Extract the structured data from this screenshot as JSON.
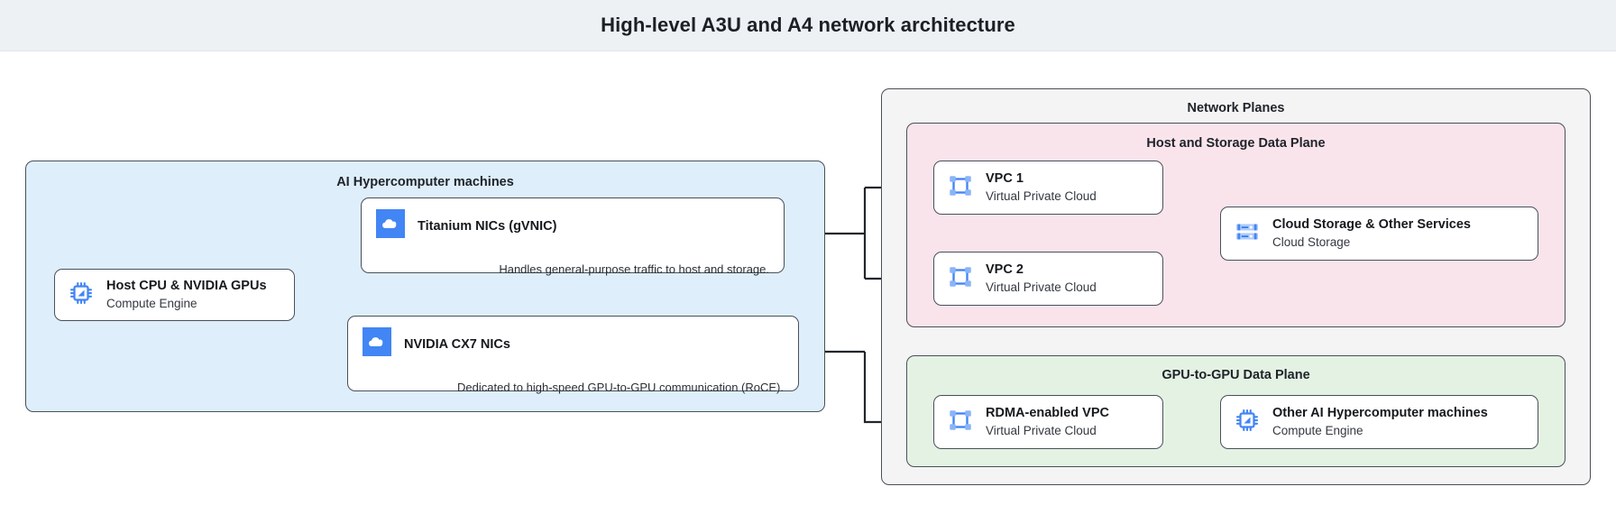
{
  "header": {
    "title": "High-level A3U and A4 network architecture"
  },
  "machines_panel": {
    "title": "AI Hypercomputer machines",
    "host_node": {
      "icon": "cpu-chip-icon",
      "title": "Host CPU & NVIDIA GPUs",
      "subtitle": "Compute Engine"
    },
    "nics": [
      {
        "icon": "cloud-icon",
        "title": "Titanium NICs (gVNIC)",
        "description": "Handles general-purpose traffic to host and storage."
      },
      {
        "icon": "cloud-icon",
        "title": "NVIDIA CX7 NICs",
        "description": "Dedicated to high-speed GPU-to-GPU communication (RoCE)."
      }
    ]
  },
  "network_planes": {
    "title": "Network Planes",
    "host_storage_plane": {
      "title": "Host and Storage Data Plane",
      "nodes": [
        {
          "icon": "vpc-icon",
          "title": "VPC 1",
          "subtitle": "Virtual Private Cloud"
        },
        {
          "icon": "vpc-icon",
          "title": "VPC 2",
          "subtitle": "Virtual Private Cloud"
        },
        {
          "icon": "cloud-storage-icon",
          "title": "Cloud Storage & Other Services",
          "subtitle": "Cloud Storage"
        }
      ]
    },
    "gpu_plane": {
      "title": "GPU-to-GPU Data Plane",
      "nodes": [
        {
          "icon": "vpc-icon",
          "title": "RDMA-enabled VPC",
          "subtitle": "Virtual Private Cloud"
        },
        {
          "icon": "cpu-chip-icon",
          "title": "Other AI Hypercomputer machines",
          "subtitle": "Compute Engine"
        }
      ]
    }
  },
  "colors": {
    "header_bg": "#edf1f4",
    "machines_bg": "#deeefb",
    "planes_bg": "#f4f4f4",
    "host_plane_bg": "#fae4ec",
    "gpu_plane_bg": "#e4f2e4",
    "icon_blue": "#4285f4",
    "icon_blue_light": "#8ab4f8",
    "stroke": "#4a5059"
  }
}
